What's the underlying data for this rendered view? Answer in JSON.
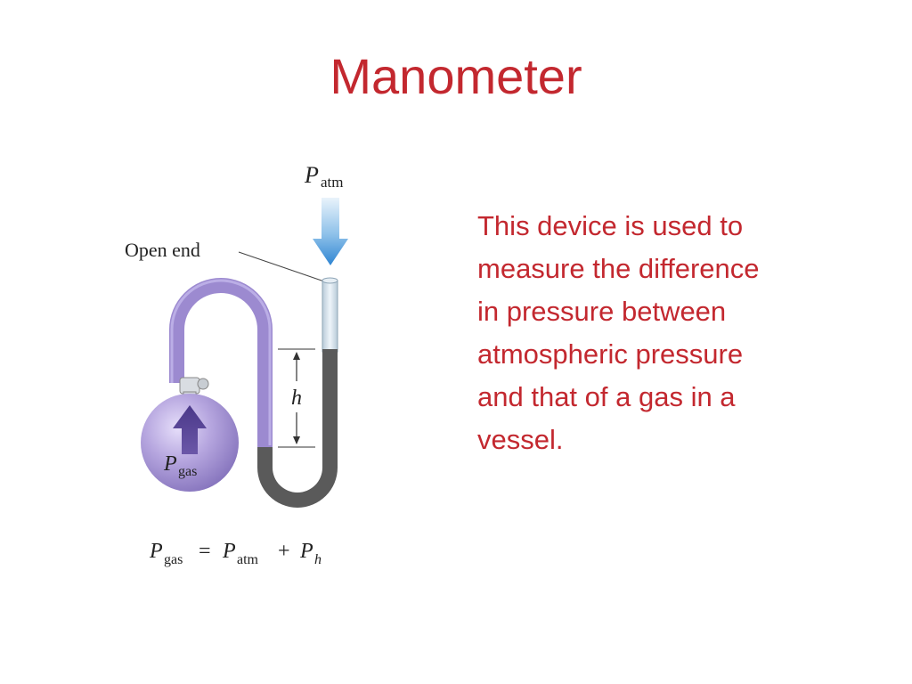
{
  "slide": {
    "title": "Manometer",
    "body_lines": [
      "This device is used to",
      "measure the difference",
      "in pressure between",
      "atmospheric pressure",
      "and that of a gas in a",
      "vessel."
    ]
  },
  "diagram": {
    "p_atm": {
      "symbol": "P",
      "subscript": "atm"
    },
    "open_end_label": "Open end",
    "height_label": "h",
    "p_gas": {
      "symbol": "P",
      "subscript": "gas"
    },
    "equation": {
      "lhs_symbol": "P",
      "lhs_sub": "gas",
      "equals": "=",
      "term1_symbol": "P",
      "term1_sub": "atm",
      "plus": "+",
      "term2_symbol": "P",
      "term2_sub": "h"
    }
  },
  "colors": {
    "title": "#c3282f",
    "body_text": "#c3282f",
    "gas": "#9a86c8",
    "mercury": "#555555",
    "tube_glass": "#d6e4ee",
    "arrow_blue": "#3a8fd6"
  }
}
